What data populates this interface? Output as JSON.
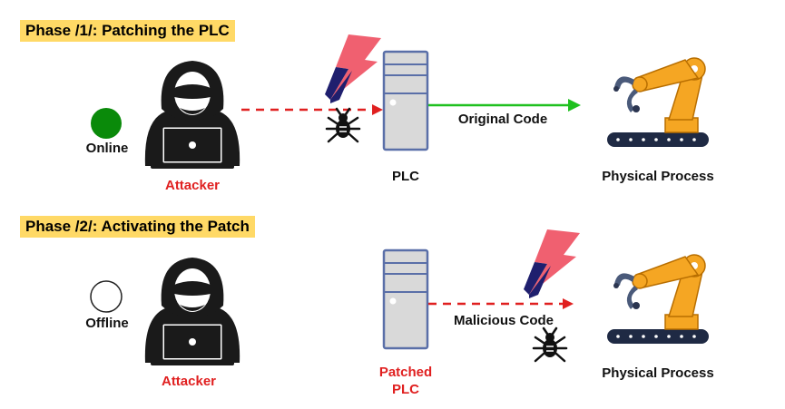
{
  "phase1": {
    "title": "Phase /1/: Patching the PLC",
    "status": "Online",
    "attacker": "Attacker",
    "plc": "PLC",
    "link": "Original Code",
    "process": "Physical Process"
  },
  "phase2": {
    "title": "Phase /2/: Activating the Patch",
    "status": "Offline",
    "attacker": "Attacker",
    "plc_line1": "Patched",
    "plc_line2": "PLC",
    "link": "Malicious Code",
    "process": "Physical Process"
  },
  "colors": {
    "highlight": "#ffd966",
    "online": "#0a8a0a",
    "attack_red": "#e02020",
    "original_code_green": "#1fc01f",
    "bolt": "#f06070",
    "bolt_shadow": "#1f1f6e",
    "plc_fill": "#d9d9d9",
    "plc_stroke": "#5a6fa8",
    "robot_orange": "#f5a623"
  },
  "icons": [
    "hacker-icon",
    "lightning-icon",
    "bug-icon",
    "plc-server-icon",
    "robot-arm-icon",
    "status-dot-icon"
  ]
}
